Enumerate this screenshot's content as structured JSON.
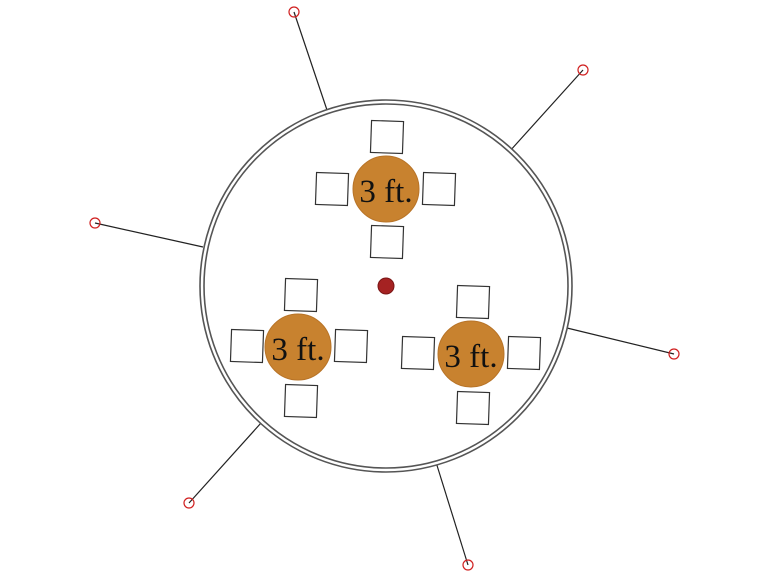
{
  "colors": {
    "background": "#ffffff",
    "room_outline": "#555555",
    "table_fill": "#c8822f",
    "table_stroke": "#b87428",
    "chair_stroke": "#333333",
    "center_marker": "#a52222",
    "guy_line": "#222222",
    "stake_ring": "#d02020"
  },
  "tables": [
    {
      "label": "3 ft.",
      "chairs": 4
    },
    {
      "label": "3 ft.",
      "chairs": 4
    },
    {
      "label": "3 ft.",
      "chairs": 4
    }
  ],
  "guy_line_count": 6
}
